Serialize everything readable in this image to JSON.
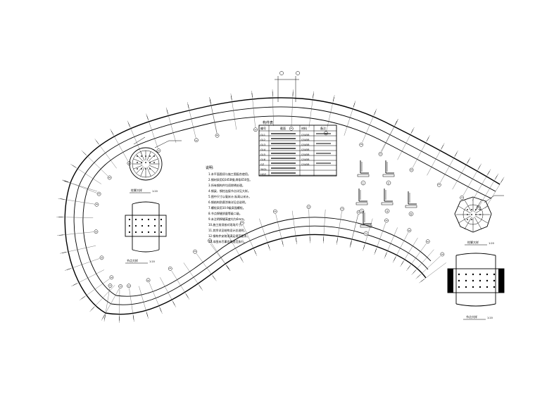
{
  "table": {
    "title": "构件表",
    "headers": [
      "编号",
      "截面",
      "材料",
      "备注"
    ],
    "rows": [
      {
        "id": "GL1",
        "section": "",
        "material": "Q345B",
        "note": ""
      },
      {
        "id": "GL2",
        "section": "",
        "material": "Q345B",
        "note": ""
      },
      {
        "id": "GL3",
        "section": "",
        "material": "Q345B",
        "note": ""
      },
      {
        "id": "GL4",
        "section": "",
        "material": "Q345B",
        "note": ""
      },
      {
        "id": "GL5",
        "section": "",
        "material": "Q345B",
        "note": ""
      },
      {
        "id": "GL6",
        "section": "",
        "material": "Q345B",
        "note": ""
      },
      {
        "id": "GZ",
        "section": "",
        "material": "Q345B",
        "note": ""
      },
      {
        "id": "YKGL",
        "section": "",
        "material": "",
        "note": ""
      },
      {
        "id": "HGZ",
        "section": "",
        "material": "",
        "note": ""
      }
    ]
  },
  "notes": {
    "title": "说明:",
    "lines": [
      "1.本平面图须与施工图配合使用。",
      "2.钢材采用Q345B钢,焊条E50型。",
      "3.所有钢构件均须除锈处理。",
      "4.钢梁、钢柱连接节点详见大样。",
      "5.图中尺寸以毫米计,标高以米计。",
      "6.钢结构防腐涂装详见总说明。",
      "7.螺栓采用10.9级高强螺栓。",
      "8.节点焊缝质量等级二级。",
      "9.未注明焊缝高度均为6mm。",
      "10.施工前须核对现场尺寸。",
      "11.其余详见结构设计总说明。",
      "12.钢构件安装须满足规范要求。",
      "13.本图未尽事宜按规范执行。"
    ]
  },
  "details": {
    "detail_1_title": "柱脚大样",
    "detail_2_title": "节点大样",
    "detail_3_title": "柱脚大样",
    "detail_4_title": "节点大样",
    "scale": "1:20"
  },
  "section_labels": [
    "1",
    "2",
    "3",
    "4",
    "5",
    "6"
  ]
}
